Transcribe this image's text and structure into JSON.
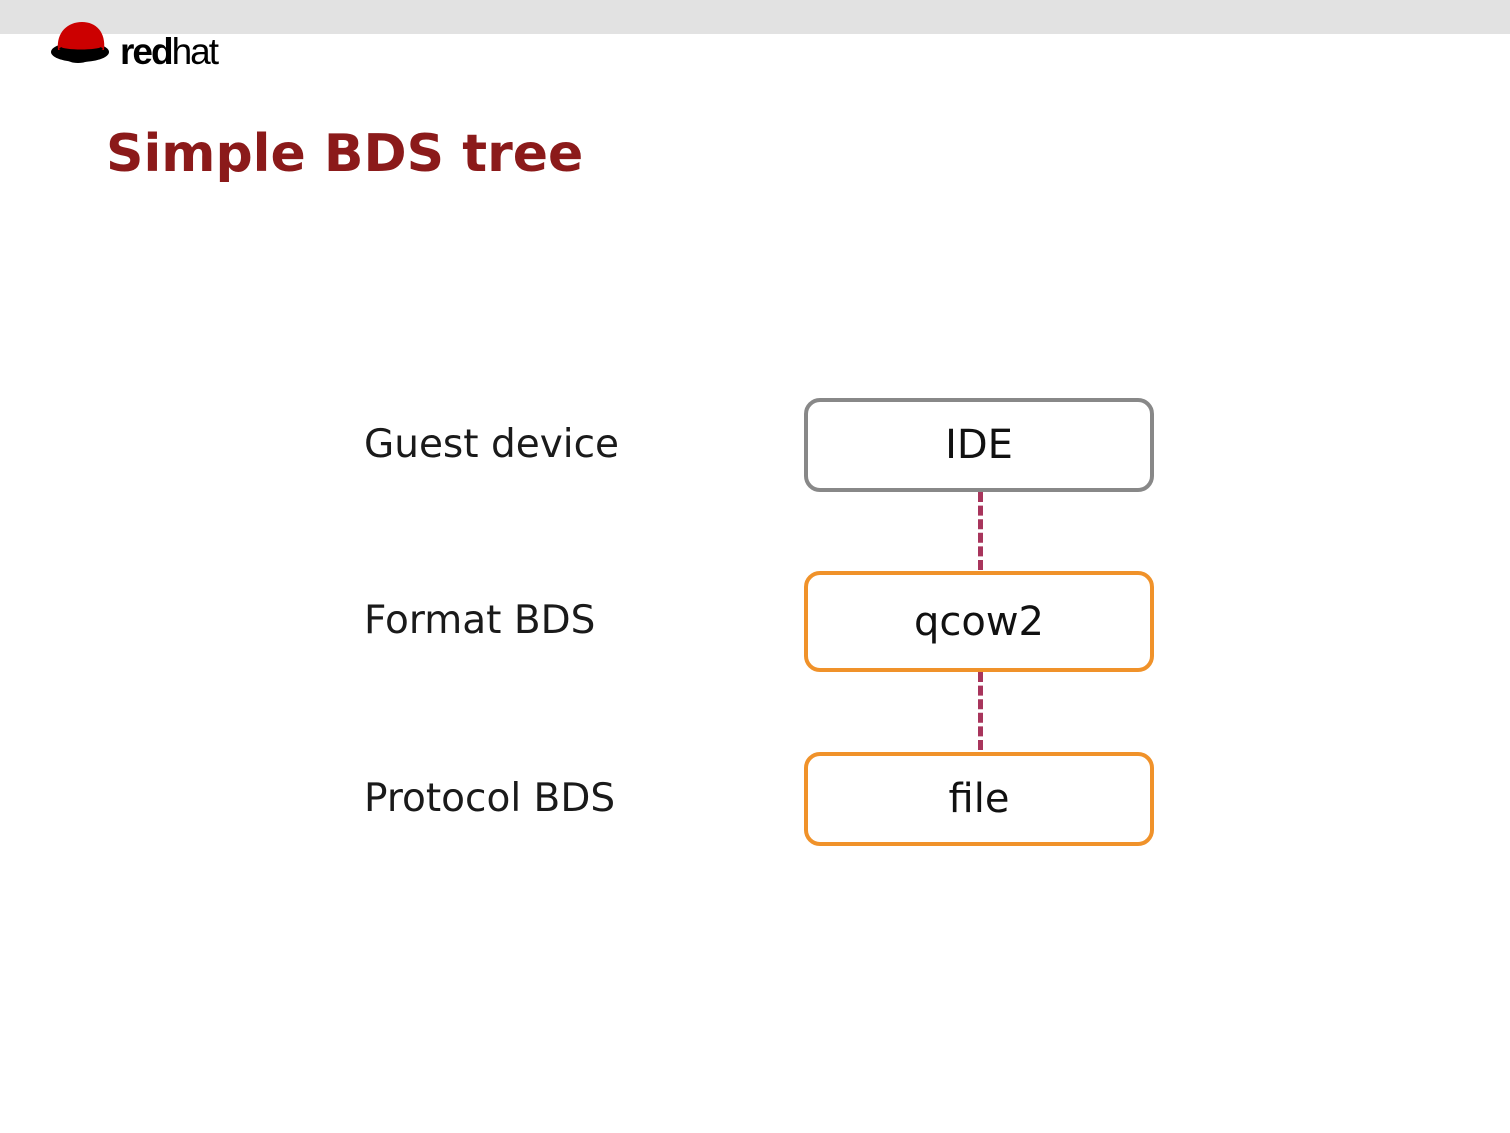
{
  "header": {
    "brand_bold": "red",
    "brand_light": "hat"
  },
  "slide": {
    "title": "Simple BDS tree"
  },
  "diagram": {
    "rows": [
      {
        "label": "Guest device",
        "node": "IDE"
      },
      {
        "label": "Format BDS",
        "node": "qcow2"
      },
      {
        "label": "Protocol BDS",
        "node": "file"
      }
    ],
    "colors": {
      "device_border": "#888888",
      "bds_border": "#f0922a",
      "connector": "#a8355c",
      "title": "#8b1a1a"
    },
    "edges": [
      {
        "from": "IDE",
        "to": "qcow2",
        "style": "dashed"
      },
      {
        "from": "qcow2",
        "to": "file",
        "style": "dashed"
      }
    ]
  }
}
